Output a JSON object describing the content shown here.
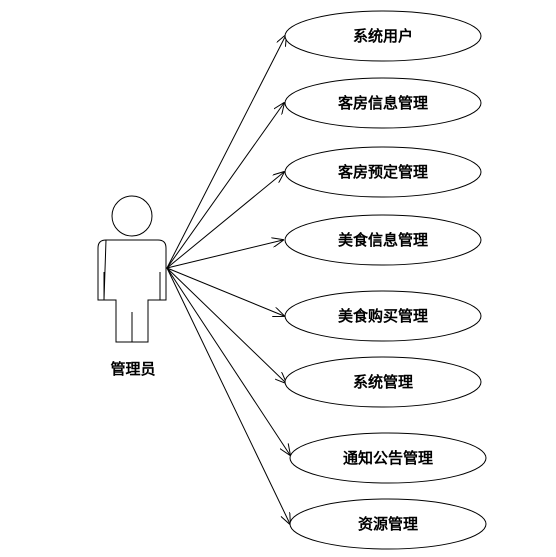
{
  "actor": {
    "name": "管理员",
    "icon": "person-icon"
  },
  "use_cases": [
    {
      "label": "系统用户"
    },
    {
      "label": "客房信息管理"
    },
    {
      "label": "客房预定管理"
    },
    {
      "label": "美食信息管理"
    },
    {
      "label": "美食购买管理"
    },
    {
      "label": "系统管理"
    },
    {
      "label": "通知公告管理"
    },
    {
      "label": "资源管理"
    }
  ]
}
